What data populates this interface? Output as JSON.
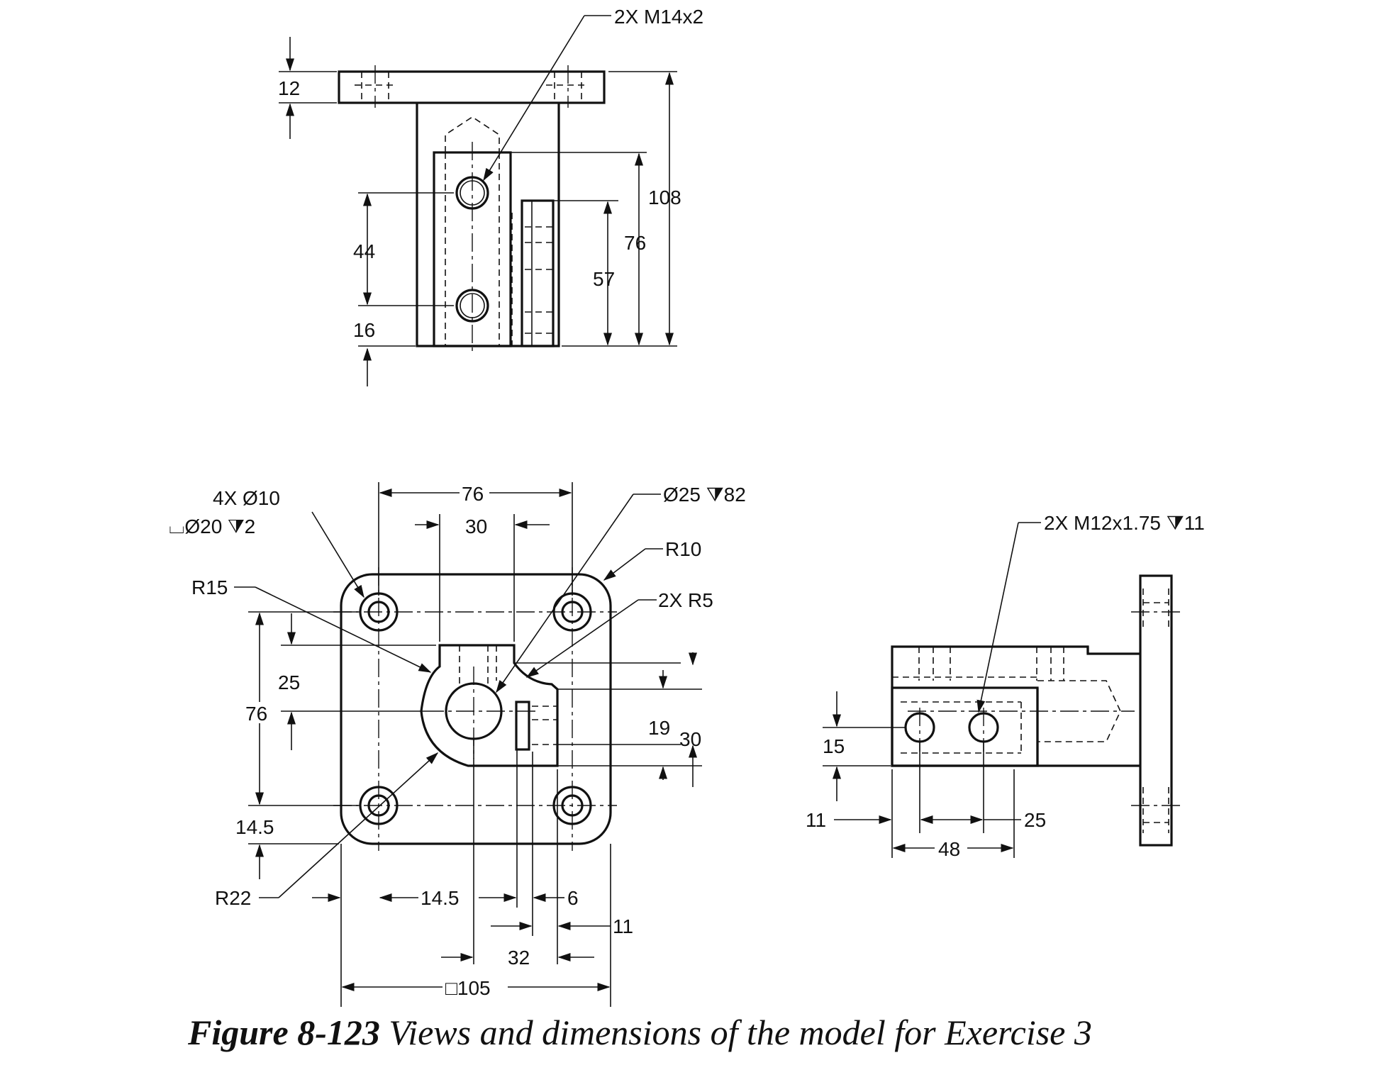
{
  "caption": {
    "figure_label": "Figure 8-123",
    "text": "Views and dimensions of the model for Exercise 3"
  },
  "front_view": {
    "dimensions": {
      "d12": "12",
      "thread": "2X M14x2",
      "d108": "108",
      "d76": "76",
      "d57": "57",
      "d44": "44",
      "d16": "16"
    }
  },
  "top_view": {
    "callouts": {
      "holes_line1": "4X Ø10",
      "holes_line2": "⌴Ø20 ⧩2",
      "bore": "Ø25 ⧩82",
      "r10": "R10",
      "r5": "2X R5",
      "r15": "R15",
      "r22": "R22"
    },
    "dimensions": {
      "d76_top": "76",
      "d30": "30",
      "d25": "25",
      "d76_left": "76",
      "d19": "19",
      "d30_right": "30",
      "d14_5_left": "14.5",
      "d14_5_bottom": "14.5",
      "d6": "6",
      "d11": "11",
      "d32": "32",
      "d105": "□105"
    }
  },
  "side_view": {
    "callouts": {
      "thread": "2X M12x1.75 ⧩11"
    },
    "dimensions": {
      "d15": "15",
      "d11": "11",
      "d25": "25",
      "d48": "48"
    }
  }
}
